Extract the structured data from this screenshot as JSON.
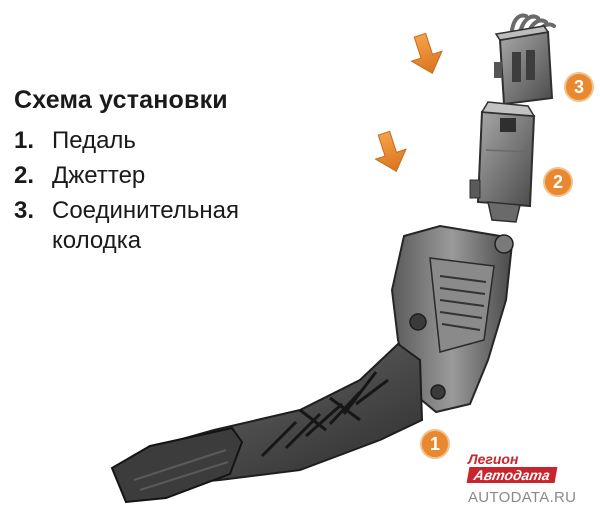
{
  "legend": {
    "title": "Схема установки",
    "items": [
      {
        "number": "1.",
        "lines": [
          "Педаль"
        ]
      },
      {
        "number": "2.",
        "lines": [
          "Джеттер"
        ]
      },
      {
        "number": "3.",
        "lines": [
          "Соединительная",
          "колодка"
        ]
      }
    ]
  },
  "markers": [
    "1",
    "2",
    "3"
  ],
  "colors": {
    "accent": "#e8892f",
    "watermark_red": "#c8252c"
  },
  "watermark": {
    "line1": "Легион",
    "line2": "Автодата",
    "line3": "AUTODATA.RU"
  }
}
